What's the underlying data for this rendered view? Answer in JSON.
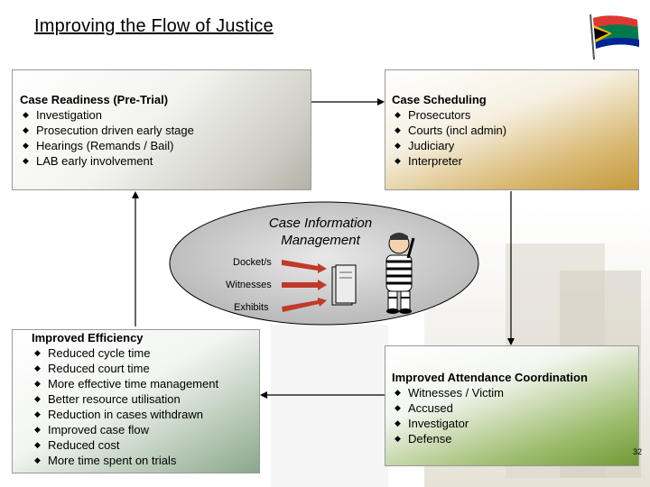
{
  "title": "Improving the Flow of Justice",
  "boxes": {
    "readiness": {
      "heading": "Case Readiness (Pre-Trial)",
      "items": [
        "Investigation",
        "Prosecution driven early stage",
        "Hearings (Remands / Bail)",
        "LAB early involvement"
      ]
    },
    "scheduling": {
      "heading": "Case Scheduling",
      "items": [
        "Prosecutors",
        "Courts (incl admin)",
        "Judiciary",
        "Interpreter"
      ]
    },
    "efficiency": {
      "heading": "Improved Efficiency",
      "items": [
        "Reduced cycle time",
        "Reduced court time",
        "More effective time management",
        "Better resource utilisation",
        "Reduction in cases withdrawn",
        "Improved case flow",
        "Reduced cost",
        "More time spent on trials"
      ]
    },
    "attendance": {
      "heading": "Improved Attendance Coordination",
      "items": [
        "Witnesses / Victim",
        "Accused",
        "Investigator",
        "Defense"
      ]
    }
  },
  "center": {
    "line1": "Case Information",
    "line2": "Management",
    "inputs": [
      "Docket/s",
      "Witnesses",
      "Exhibits"
    ]
  },
  "page_number": "32",
  "colors": {
    "arrow_input": "#c0392b",
    "ellipse_fill": "#c9c9c9",
    "flag_green": "#007a4d",
    "flag_red": "#de3831",
    "flag_blue": "#002395",
    "flag_gold": "#ffb612"
  }
}
